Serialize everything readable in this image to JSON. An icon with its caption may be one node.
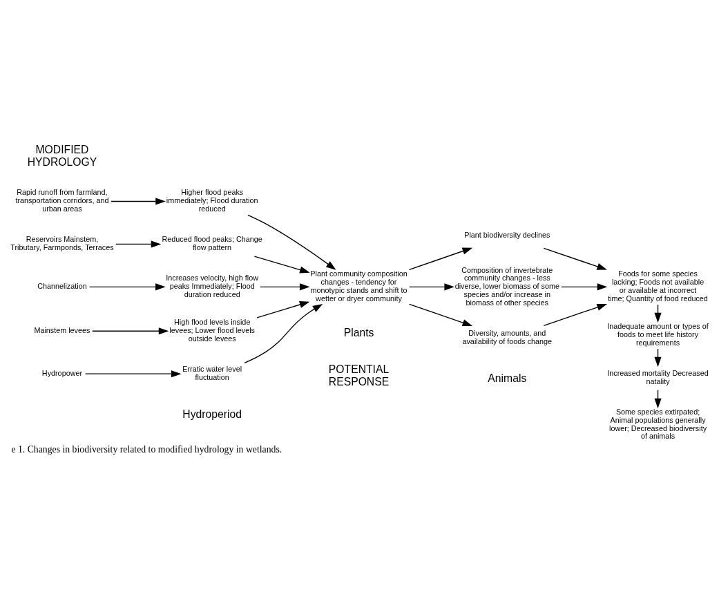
{
  "diagram": {
    "caption": "e 1. Changes in biodiversity related to modified hydrology in wetlands.",
    "nodes": [
      {
        "text": [
          "Rapid runoff from farmland, transportation corridors, and urban areas"
        ]
      },
      {
        "text": [
          "Reservoirs Mainstem, Tributary, Farmponds, Terraces"
        ]
      },
      {
        "text": [
          "Channelization"
        ]
      },
      {
        "text": [
          "Mainstem levees"
        ]
      },
      {
        "text": [
          "Hydropower"
        ]
      },
      {
        "text": [
          "Higher flood peaks immediately; Flood duration reduced"
        ]
      },
      {
        "text": [
          "Reduced flood peaks; Change flow pattern"
        ]
      },
      {
        "text": [
          "Increases velocity, high flow peaks Immediately; Flood duration reduced"
        ]
      },
      {
        "text": [
          "High flood levels inside levees; Lower flood levels outside levees"
        ]
      },
      {
        "text": [
          "Erratic water level fluctuation"
        ]
      },
      {
        "text": [
          "Plant community composition changes - tendency for monotypic stands and shift to wetter or dryer community"
        ]
      },
      {
        "text": [
          "Plant biodiversity declines"
        ]
      },
      {
        "text": [
          "Composition of invertebrate community changes - less diverse, lower biomass of some species and/or increase in biomass of other species"
        ]
      },
      {
        "text": [
          "Diversity, amounts, and availability of foods change"
        ]
      },
      {
        "text": [
          "Foods for some species lacking; Foods not available or available at incorrect time; Quantity of food reduced"
        ]
      },
      {
        "text": [
          "Inadequate amount or types of foods to meet life history requirements"
        ]
      },
      {
        "text": [
          "Increased mortality Decreased natality"
        ]
      },
      {
        "text": [
          "Some species extirpated; Animal populations generally lower; Decreased biodiversity of animals"
        ]
      }
    ],
    "edges": [
      {
        "from": 0,
        "to": 5,
        "arrow": "to"
      },
      {
        "from": 1,
        "to": 6,
        "arrow": "to"
      },
      {
        "from": 2,
        "to": 7,
        "arrow": "to"
      },
      {
        "from": 3,
        "to": 8,
        "arrow": "to"
      },
      {
        "from": 4,
        "to": 9,
        "arrow": "to"
      },
      {
        "from": 5,
        "to": 10,
        "arrow": "to"
      },
      {
        "from": 6,
        "to": 10,
        "arrow": "to"
      },
      {
        "from": 7,
        "to": 10,
        "arrow": "to"
      },
      {
        "from": 8,
        "to": 10,
        "arrow": "to"
      },
      {
        "from": 9,
        "to": 10,
        "arrow": "to"
      },
      {
        "from": 10,
        "to": 12,
        "arrow": "to"
      },
      {
        "from": 10,
        "to": 13,
        "arrow": "to"
      },
      {
        "from": 10,
        "to": 11,
        "arrow": "to"
      },
      {
        "from": 12,
        "to": 14,
        "arrow": "to"
      },
      {
        "from": 13,
        "to": 14,
        "arrow": "to"
      },
      {
        "from": 11,
        "to": 14,
        "arrow": "to"
      },
      {
        "from": 14,
        "to": 15,
        "arrow": "to"
      },
      {
        "from": 15,
        "to": 16,
        "arrow": "to"
      },
      {
        "from": 16,
        "to": 17,
        "arrow": "to"
      }
    ],
    "labels": [
      "POTENTIAL RESPONSE",
      "MODIFIED HYDROLOGY",
      "Hydroperiod",
      "Plants",
      "Animals"
    ]
  }
}
